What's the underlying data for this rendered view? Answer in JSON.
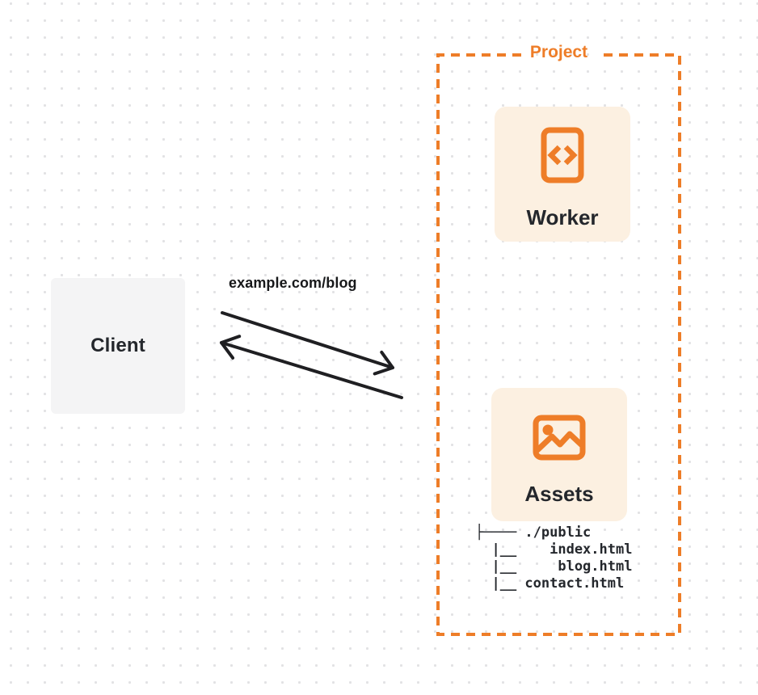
{
  "page": {
    "background_color": "#ffffff",
    "dot_grid_color": "#e2e2e4"
  },
  "colors": {
    "accent_orange": "#ee7d28",
    "card_fill": "#fcf0e1",
    "client_fill": "#f4f4f5",
    "text_dark": "#24272c",
    "arrow_color": "#1f1f22"
  },
  "client": {
    "label": "Client"
  },
  "request": {
    "url_label": "example.com/blog",
    "request_arrow": "arrow-right-icon",
    "response_arrow": "arrow-left-icon"
  },
  "project": {
    "label": "Project",
    "boundary_style": "dashed-orange",
    "worker": {
      "label": "Worker",
      "icon": "code-file-icon"
    },
    "assets": {
      "label": "Assets",
      "icon": "image-icon"
    },
    "file_tree": {
      "lines": [
        "├──── ./public",
        "  |__    index.html",
        "  |__     blog.html",
        "  |__ contact.html"
      ]
    }
  }
}
